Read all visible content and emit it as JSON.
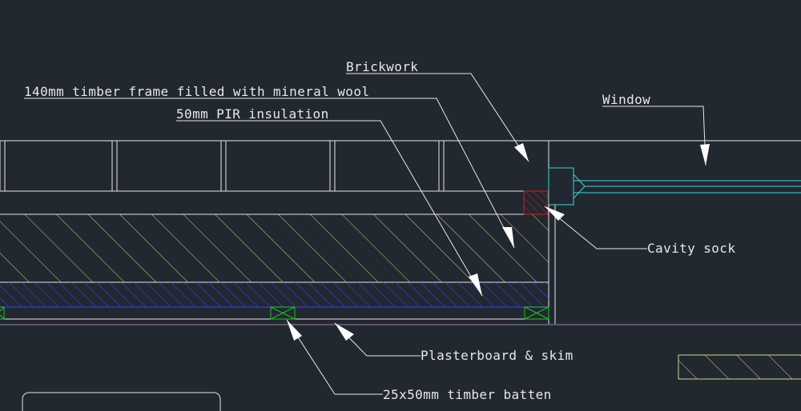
{
  "drawing": {
    "background": "#212830",
    "labels": {
      "brickwork": "Brickwork",
      "timber_frame": "140mm timber frame filled with mineral wool",
      "pir": "50mm PIR insulation",
      "window": "Window",
      "cavity_sock": "Cavity sock",
      "plasterboard": "Plasterboard & skim",
      "batten": "25x50mm timber batten"
    },
    "colors": {
      "line": "#e8e8e8",
      "hatch_timber": "#d4d47a",
      "hatch_pir": "#3a3ae0",
      "window": "#3ad6d6",
      "cavity_sock": "#d42020",
      "batten": "#20c020",
      "plasterboard": "#a080a0"
    }
  }
}
